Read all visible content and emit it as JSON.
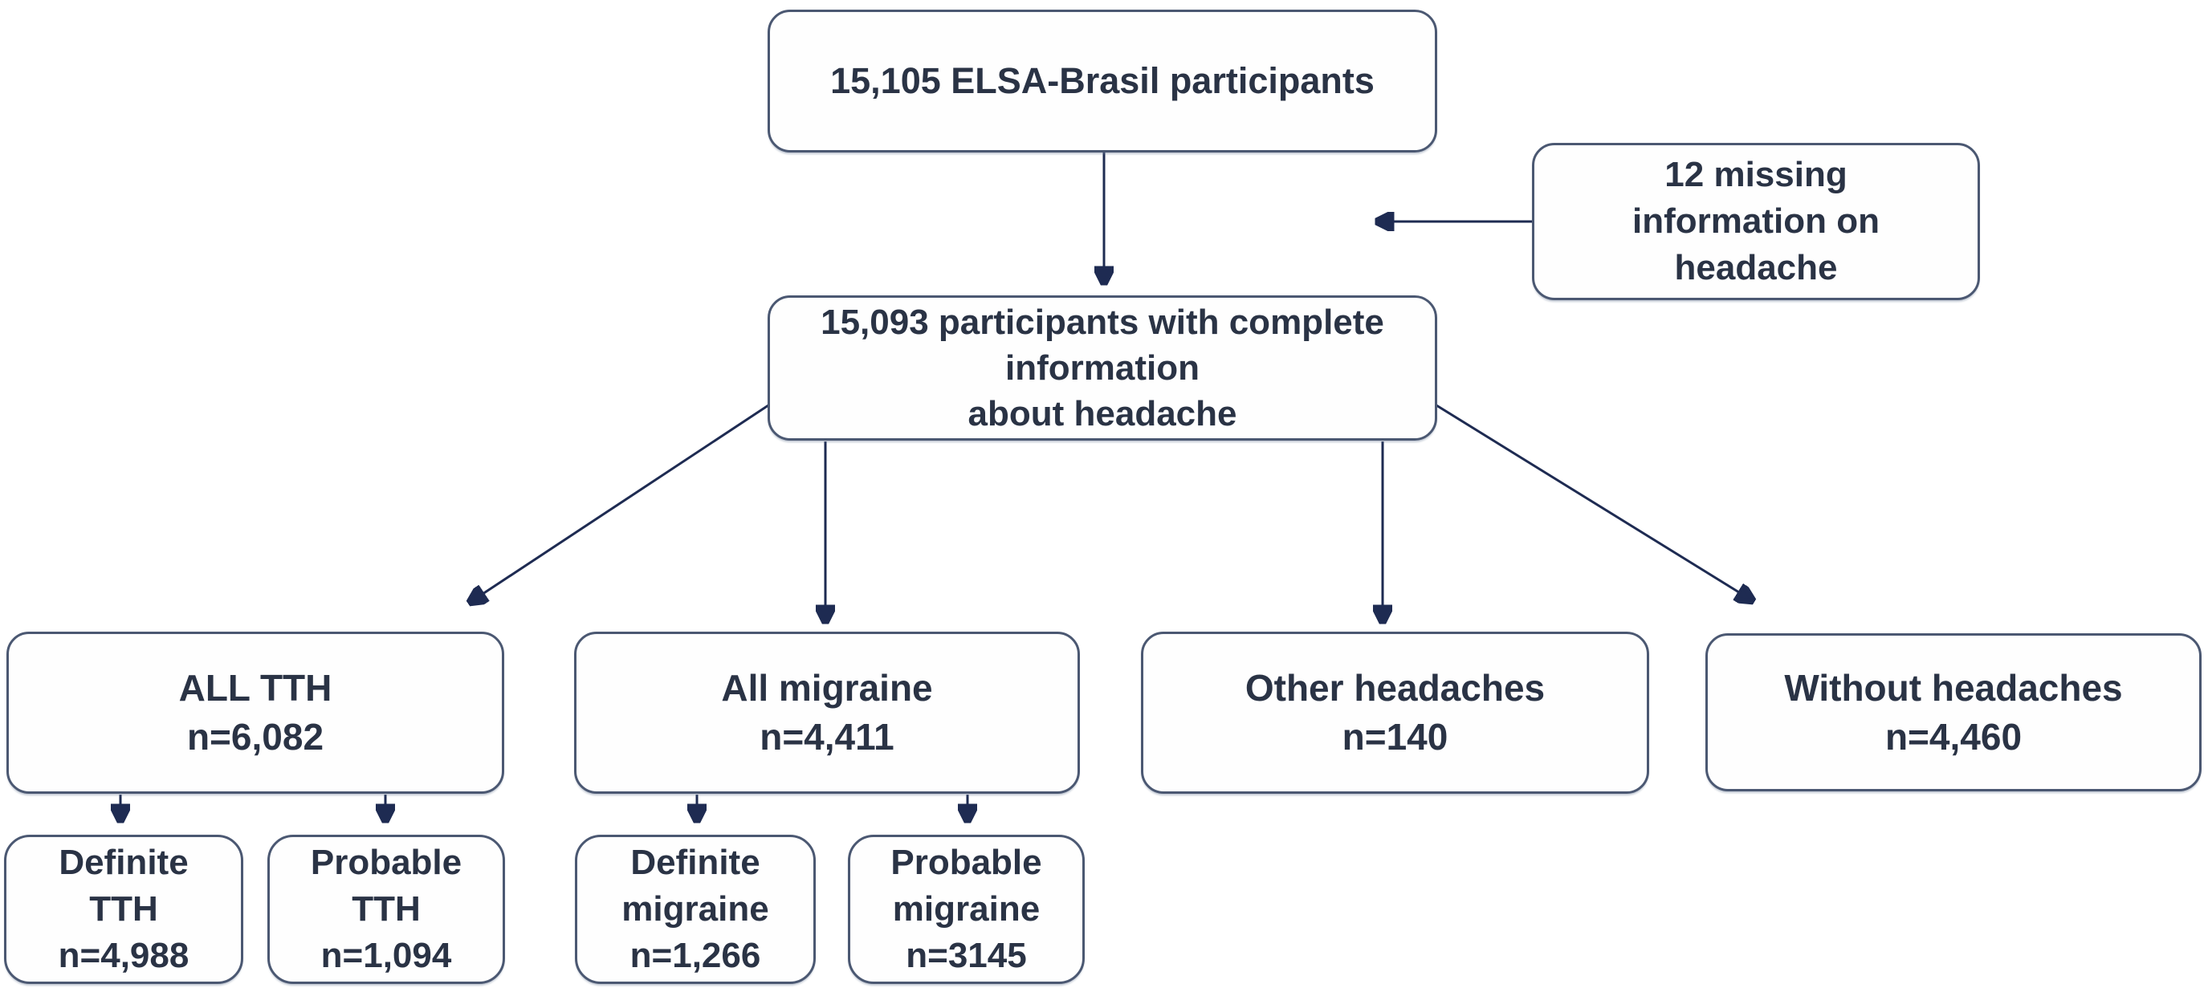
{
  "colors": {
    "box_border": "#4b5872",
    "box_fill": "#fefefe",
    "text": "#2a3345",
    "arrow": "#1e2b52",
    "background": "#ffffff"
  },
  "nodes": {
    "total": {
      "lines": [
        "15,105 ELSA-Brasil participants"
      ]
    },
    "missing": {
      "lines": [
        "12 missing",
        "information on",
        "headache"
      ]
    },
    "complete": {
      "lines": [
        "15,093 participants with complete",
        "information",
        "about headache"
      ]
    },
    "all_tth": {
      "lines": [
        "ALL TTH",
        "n=6,082"
      ]
    },
    "all_migraine": {
      "lines": [
        "All migraine",
        "n=4,411"
      ]
    },
    "other_headaches": {
      "lines": [
        "Other headaches",
        "n=140"
      ]
    },
    "without_headaches": {
      "lines": [
        "Without headaches",
        "n=4,460"
      ]
    },
    "definite_tth": {
      "lines": [
        "Definite",
        "TTH",
        "n=4,988"
      ]
    },
    "probable_tth": {
      "lines": [
        "Probable",
        "TTH",
        "n=1,094"
      ]
    },
    "definite_migraine": {
      "lines": [
        "Definite",
        "migraine",
        "n=1,266"
      ]
    },
    "probable_migraine": {
      "lines": [
        "Probable",
        "migraine",
        "n=3145"
      ]
    }
  }
}
